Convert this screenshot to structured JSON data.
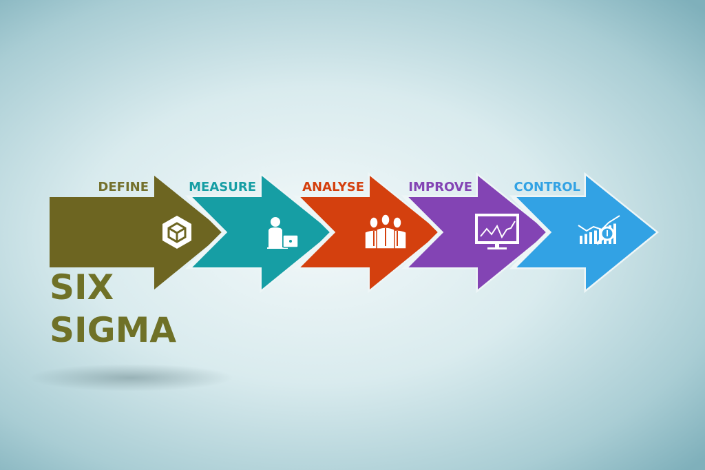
{
  "title_lines": [
    "SIX",
    "SIGMA"
  ],
  "title_color": "#6f7127",
  "steps": [
    {
      "label": "DEFINE",
      "color": "#6d6521",
      "text_color": "#74702c",
      "icon": "cube-icon"
    },
    {
      "label": "MEASURE",
      "color": "#169ea4",
      "text_color": "#169ea4",
      "icon": "person-laptop-icon"
    },
    {
      "label": "ANALYSE",
      "color": "#d4400e",
      "text_color": "#d4400e",
      "icon": "team-icon"
    },
    {
      "label": "IMPROVE",
      "color": "#8344b4",
      "text_color": "#8344b4",
      "icon": "monitor-chart-icon"
    },
    {
      "label": "CONTROL",
      "color": "#32a2e4",
      "text_color": "#32a2e4",
      "icon": "chart-magnifier-icon"
    }
  ]
}
